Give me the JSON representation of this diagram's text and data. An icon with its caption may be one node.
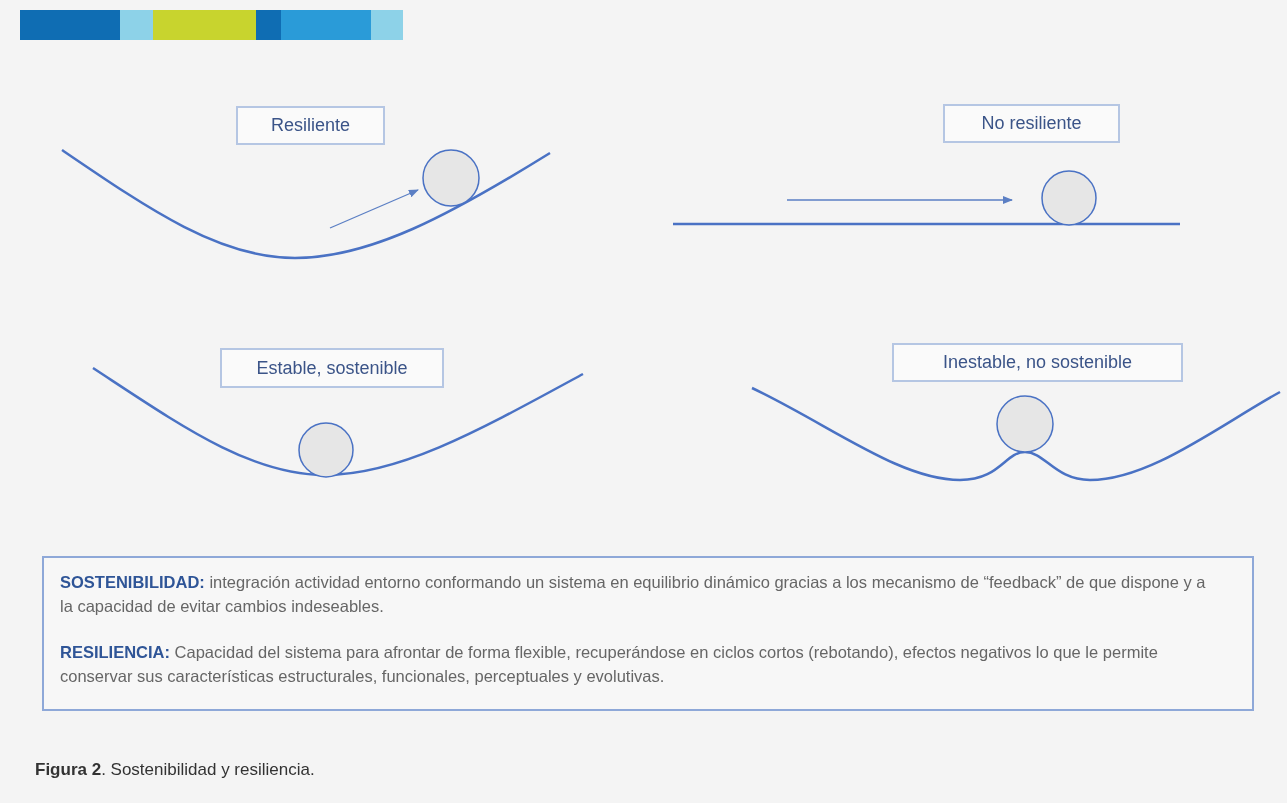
{
  "diagram": {
    "caption": "**Figura 2**. Sostenibilidad y resiliencia.",
    "nodes": [
      {
        "text": [
          "Resiliente"
        ]
      },
      {
        "text": [
          "No resiliente"
        ]
      },
      {
        "text": [
          "Estable, sostenible"
        ]
      },
      {
        "text": [
          "Inestable, no sostenible"
        ]
      },
      {
        "text": [
          "**SOSTENIBILIDAD:** integración actividad entorno conformando un sistema en equilibrio dinámico gracias a los mecanismo de “feedback” de que dispone y a la capacidad de evitar cambios indeseables.",
          "**RESILIENCIA:** Capacidad del sistema para afrontar de forma flexible, recuperándose en ciclos cortos (rebotando), efectos negativos lo que le permite conservar sus características estructurales, funcionales, perceptuales y evolutivas."
        ]
      }
    ]
  }
}
